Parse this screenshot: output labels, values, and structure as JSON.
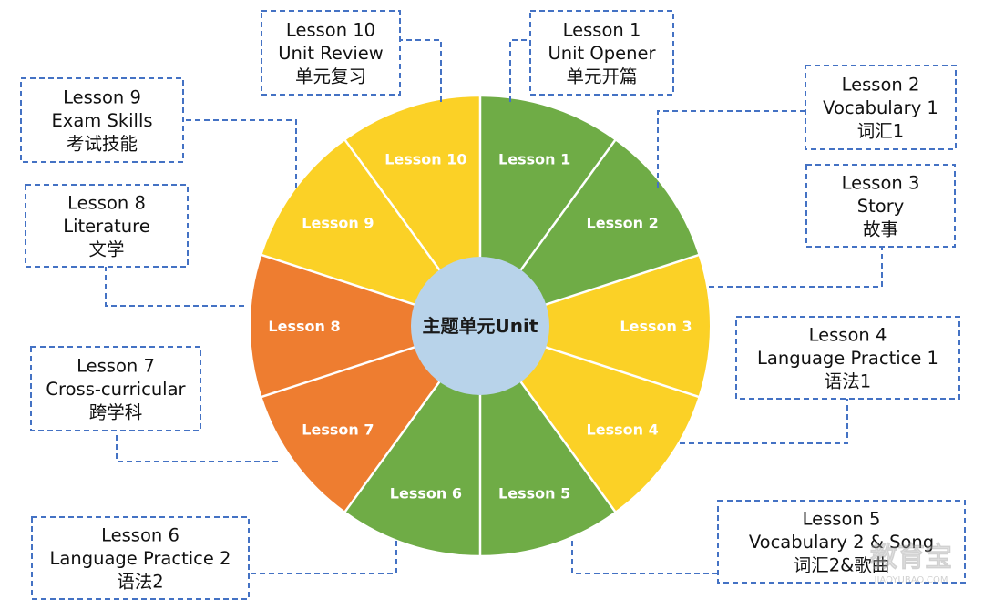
{
  "center": {
    "label": "主题单元Unit",
    "color": "#b8d3ea"
  },
  "colors": {
    "green": "#6fac46",
    "yellow": "#fbd126",
    "orange": "#ee7d30",
    "connector": "#4472c4",
    "text": "#111111"
  },
  "segments": [
    {
      "label": "Lesson 1",
      "color": "green"
    },
    {
      "label": "Lesson 2",
      "color": "green"
    },
    {
      "label": "Lesson 3",
      "color": "yellow"
    },
    {
      "label": "Lesson 4",
      "color": "yellow"
    },
    {
      "label": "Lesson 5",
      "color": "green"
    },
    {
      "label": "Lesson 6",
      "color": "green"
    },
    {
      "label": "Lesson 7",
      "color": "orange"
    },
    {
      "label": "Lesson 8",
      "color": "orange"
    },
    {
      "label": "Lesson 9",
      "color": "yellow"
    },
    {
      "label": "Lesson 10",
      "color": "yellow"
    }
  ],
  "lessons": [
    {
      "lines": [
        "Lesson 1",
        "Unit Opener",
        "单元开篇"
      ]
    },
    {
      "lines": [
        "Lesson 2",
        "Vocabulary 1",
        "词汇1"
      ]
    },
    {
      "lines": [
        "Lesson 3",
        "Story",
        "故事"
      ]
    },
    {
      "lines": [
        "Lesson 4",
        "Language Practice 1",
        "语法1"
      ]
    },
    {
      "lines": [
        "Lesson 5",
        "Vocabulary 2 & Song",
        "词汇2&歌曲"
      ]
    },
    {
      "lines": [
        "Lesson 6",
        "Language Practice 2",
        "语法2"
      ]
    },
    {
      "lines": [
        "Lesson 7",
        "Cross-curricular",
        "跨学科"
      ]
    },
    {
      "lines": [
        "Lesson 8",
        "Literature",
        "文学"
      ]
    },
    {
      "lines": [
        "Lesson 9",
        "Exam Skills",
        "考试技能"
      ]
    },
    {
      "lines": [
        "Lesson 10",
        "Unit Review",
        "单元复习"
      ]
    }
  ],
  "watermark": {
    "text": "教育宝",
    "subtext": "JIAOYUBAO.COM"
  }
}
